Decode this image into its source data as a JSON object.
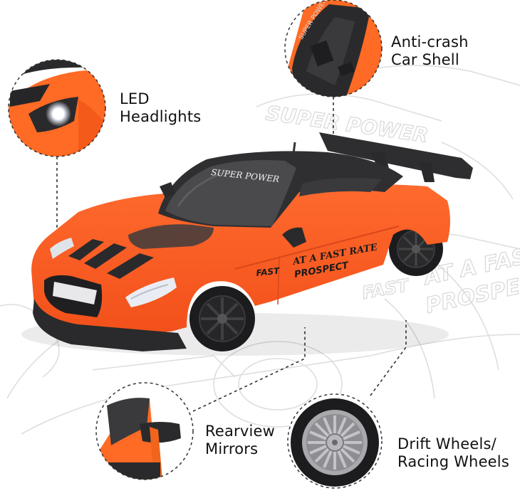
{
  "callouts": {
    "headlights": {
      "line1": "LED",
      "line2": "Headlights"
    },
    "shell": {
      "line1": "Anti-crash",
      "line2": "Car Shell"
    },
    "mirrors": {
      "line1": "Rearview",
      "line2": "Mirrors"
    },
    "wheels": {
      "line1": "Drift Wheels/",
      "line2": "Racing Wheels"
    }
  },
  "car_decals": {
    "windshield": "SUPER POWER",
    "door_line1": "AT A FAST RATE",
    "door_line2": "PROSPECT",
    "fender": "FAST"
  },
  "colors": {
    "body": "#ff5a1f",
    "roof": "#2f2f31",
    "wheel": "#1c1c1e",
    "rim_silver": "#a9a9ad",
    "dashed_line": "#333333",
    "label_text": "#111111",
    "sketch_lines": "#dcdcdc"
  }
}
